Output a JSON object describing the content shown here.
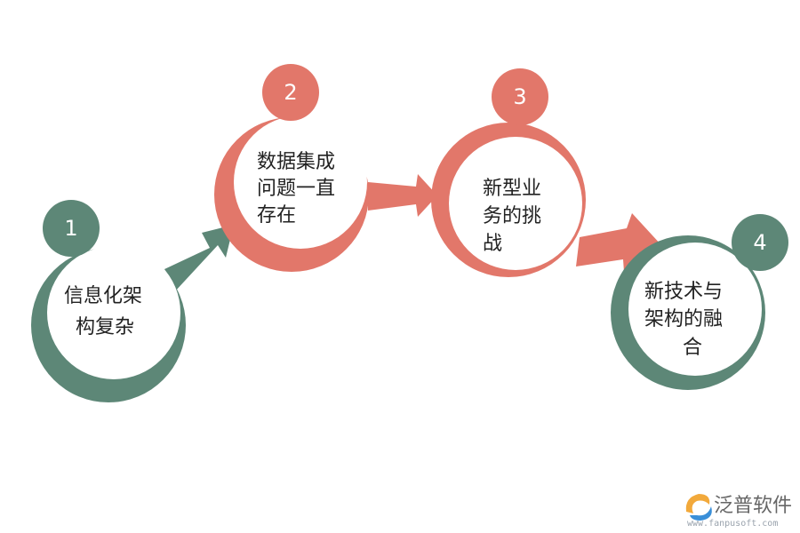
{
  "colors": {
    "green": "#5d8777",
    "coral": "#e2776a",
    "white": "#ffffff"
  },
  "steps": [
    {
      "number": "1",
      "lines": [
        "信息化架",
        "构复杂"
      ],
      "color": "green"
    },
    {
      "number": "2",
      "lines": [
        "数据集成",
        "问题一直",
        "存在"
      ],
      "color": "coral"
    },
    {
      "number": "3",
      "lines": [
        "新型业",
        "务的挑",
        "战"
      ],
      "color": "coral"
    },
    {
      "number": "4",
      "lines": [
        "新技术与",
        "架构的融",
        "合"
      ],
      "color": "green"
    }
  ],
  "brand": {
    "name": "泛普软件",
    "url": "www.fanpusoft.com"
  }
}
